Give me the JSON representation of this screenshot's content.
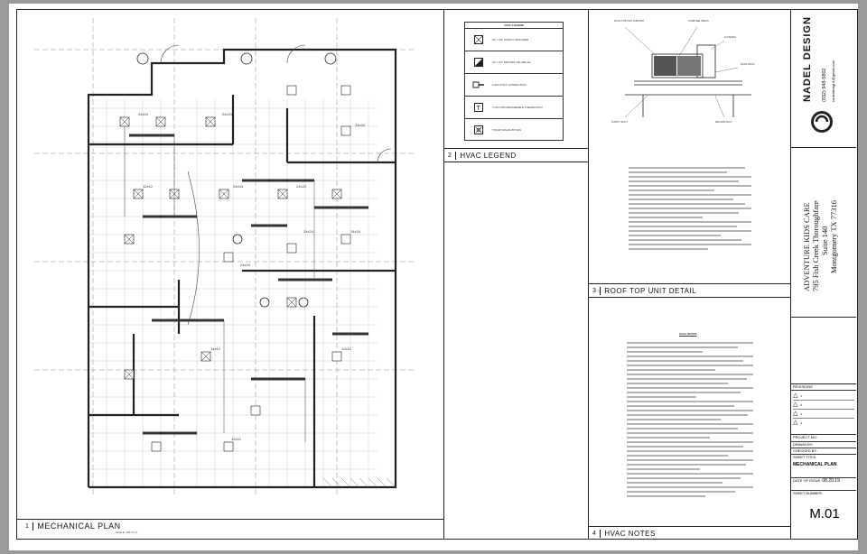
{
  "plan": {
    "number": "1",
    "title": "MECHANICAL PLAN",
    "scale": "SCALE: 1/8\"=1'-0\""
  },
  "legend": {
    "number": "2",
    "title": "HVAC LEGEND",
    "heading": "HVAC LEGEND",
    "items": [
      "24\" x 24\" SUPPLY DIFFUSER",
      "24\" x 24\" RETURN AIR GRILLE",
      "FLEX DUCT CONNECTION",
      "7 DAY PROGRAMMABLE THERMOSTAT",
      "TOILET EXHAUST FAN"
    ]
  },
  "rtu": {
    "number": "3",
    "title": "ROOF TOP UNIT DETAIL"
  },
  "notes": {
    "number": "4",
    "title": "HVAC NOTES",
    "heading": "HVAC NOTES"
  },
  "designer": {
    "name": "NADEL DESIGN",
    "phone": "(832) 948-5802",
    "email": "nadeldesign1@gmail.com"
  },
  "project": {
    "line1": "ADVENTURE KIDS CARE",
    "line2": "795 Fish Creek Thoroughfare",
    "line3": "Suite 140",
    "line4": "Montgomery TX 77316"
  },
  "revisions": {
    "label": "REVISIONS",
    "marks": [
      "1",
      "2",
      "3",
      "4"
    ]
  },
  "titleblock": {
    "project_no": "PROJECT NO:",
    "drawn_by": "DRAWN BY:",
    "checked_by": "CHECKED BY:",
    "sheet_title_label": "SHEET TITLE:",
    "sheet_title": "MECHANICAL PLAN",
    "date_label": "DATE OF ISSUE:",
    "date": "08.20.19",
    "sheet_number_label": "SHEET NUMBER:",
    "sheet_number": "M.01"
  }
}
